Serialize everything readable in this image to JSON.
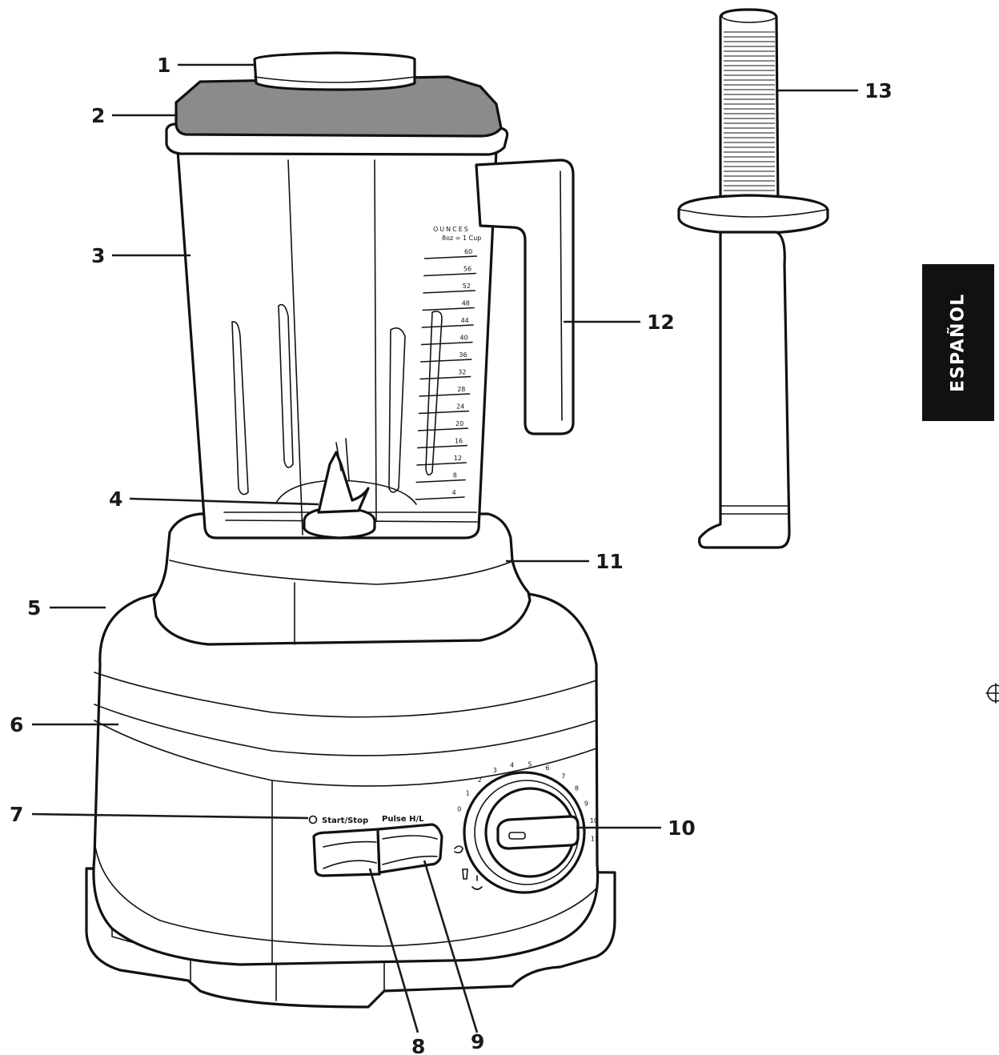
{
  "language_tab": "ESPAÑOL",
  "jar": {
    "scale_title": "OUNCES",
    "scale_subtitle": "8oz = 1 Cup",
    "graduations": [
      "60",
      "56",
      "52",
      "48",
      "44",
      "40",
      "36",
      "32",
      "28",
      "24",
      "20",
      "16",
      "12",
      "8",
      "4"
    ]
  },
  "control_panel": {
    "start_stop_label": "Start/Stop",
    "pulse_label": "Pulse H/L",
    "dial_numbers": [
      "0",
      "1",
      "2",
      "3",
      "4",
      "5",
      "6",
      "7",
      "8",
      "9",
      "10",
      "11"
    ]
  },
  "callouts": [
    {
      "number": "1"
    },
    {
      "number": "2"
    },
    {
      "number": "3"
    },
    {
      "number": "4"
    },
    {
      "number": "5"
    },
    {
      "number": "6"
    },
    {
      "number": "7"
    },
    {
      "number": "8"
    },
    {
      "number": "9"
    },
    {
      "number": "10"
    },
    {
      "number": "11"
    },
    {
      "number": "12"
    },
    {
      "number": "13"
    }
  ],
  "colors": {
    "lid": "#8b8b8b",
    "tab_background": "#111111",
    "tab_text": "#ffffff"
  }
}
